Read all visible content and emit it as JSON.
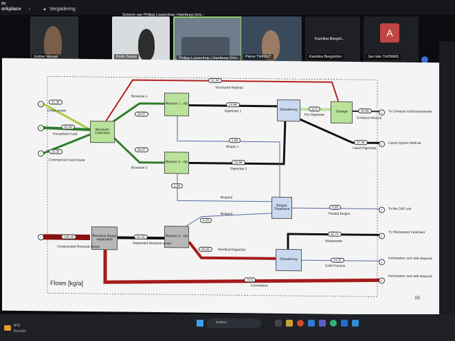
{
  "topbar": {
    "app": "orkplace",
    "menu": "Vergadering",
    "tab": "Scherm van Philipp Lüssenhop | Hamburg Univ...",
    "app_prefix": "m"
  },
  "participants": [
    {
      "name": "Esther Hessel"
    },
    {
      "name": "Bodo Saake"
    },
    {
      "name": "Philipp Lüssenhop | Hamburg Univ..."
    },
    {
      "name": "Pierre THIRIET"
    },
    {
      "name": "Karolina Bergstr..."
    },
    {
      "name": "Karolina Bergström"
    },
    {
      "name": "Jan-Van THOMAS",
      "initial": "A"
    }
  ],
  "slide": {
    "title": "Flows [kg/a]",
    "page": "10",
    "boxes": {
      "biowaste_collection": "Biowaste Collection",
      "reactor1": "Reactor 1 - AD",
      "reactor2": "Reactor 2 - AD",
      "reactor3": "Reactor 3 - AD",
      "dewatering1": "Dewatering",
      "dewatering2": "Dewatering",
      "storage": "Storage",
      "biogas_treatment": "Biogas Treatment",
      "residual_sep": "Residual Waste separation"
    },
    "values": {
      "green_waste": "21.39",
      "household_food": "33.39",
      "commercial_food": "20.35",
      "structured": "21.39",
      "biowaste1": "26.87",
      "biowaste2": "26.87",
      "digestate1": "24.96",
      "digestate2": "24.96",
      "dry_digestate": "12.5",
      "compost": "33.86",
      "liquid_digestate": "37.46",
      "biogas1": "1.88",
      "biogas2": "1.88",
      "biogas3": "4.29",
      "treated_biogas": "8.05",
      "unseparated": "136.18",
      "separated": "61.28",
      "residual_digestate": "56.99",
      "wastewater": "42.74",
      "solid_fraction": "14.25",
      "incineration": "74.9"
    },
    "labels": {
      "green_waste": "Green waste",
      "household_food": "Household Food",
      "commercial_food": "Commercial Food Waste",
      "structured": "Structured Material",
      "biowaste1": "Biowaste 1",
      "biowaste2": "Biowaste 2",
      "digestate1": "Digestate 1",
      "digestate2": "Digestate 2",
      "dry_digestate": "Dry Digestate",
      "compost": "Compost Mixture",
      "liquid_digestate": "Liquid Digestate",
      "biogas1": "Biogas 1",
      "biogas2": "Biogas2",
      "biogas3": "Biogas3",
      "treated_biogas": "Treated Biogas",
      "unseparated": "Unseparated Residual Waste",
      "separated": "Separated Residual waste",
      "residual_digestate": "Residual Digestate",
      "wastewater": "Wastewater",
      "solid_fraction": "Solid Fraction",
      "incineration": "Incineration",
      "out_compost": "To Compost at Biomassewerk",
      "out_fertilizer": "Liquid organic fertilizer",
      "out_chp": "To the CHP unit",
      "out_wastewater": "To Wastewater treatment",
      "out_incin1": "Incineration and safe disposal",
      "out_incin2": "Incineration and safe disposal"
    }
  },
  "taskbar": {
    "weather": "9°C",
    "weather_sub": "Bewolkt",
    "search": "Zoeken"
  }
}
